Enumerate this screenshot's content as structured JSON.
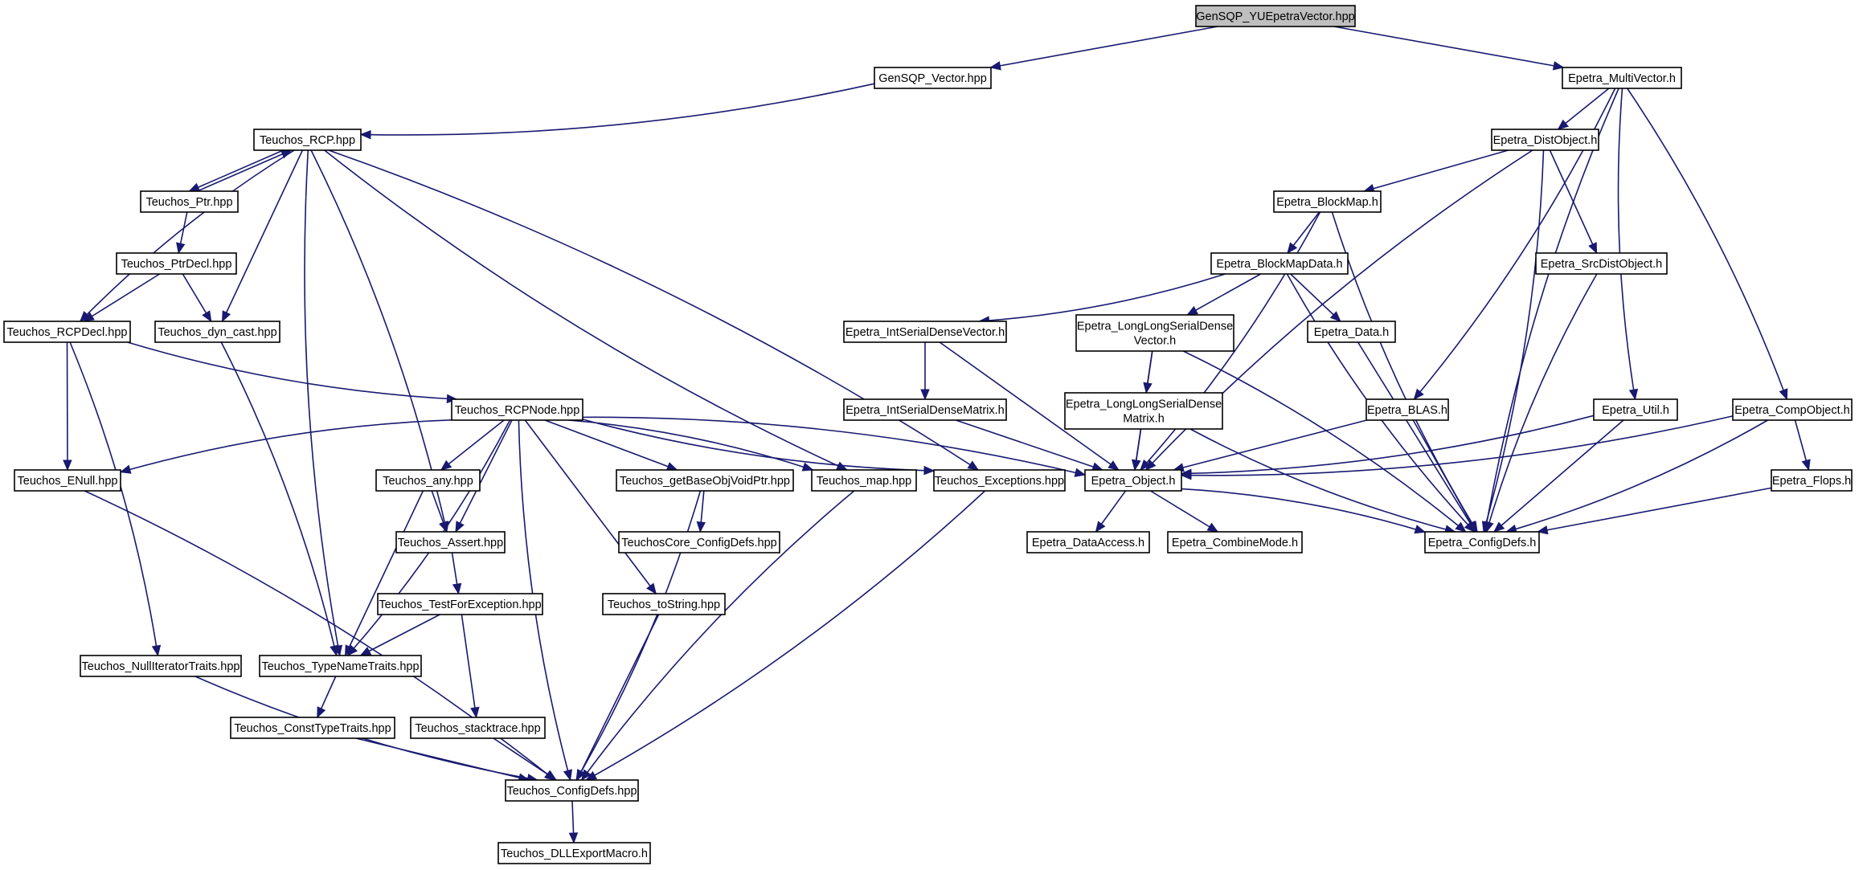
{
  "graph": {
    "edge_color": "#191970",
    "root_fill": "#bfbfbf",
    "nodes": {
      "n_root": {
        "lines": [
          "GenSQP_YUEpetraVector.hpp"
        ],
        "root": true
      },
      "n_gensqp_vec": {
        "lines": [
          "GenSQP_Vector.hpp"
        ]
      },
      "n_epetra_mv": {
        "lines": [
          "Epetra_MultiVector.h"
        ]
      },
      "n_rcp": {
        "lines": [
          "Teuchos_RCP.hpp"
        ]
      },
      "n_distobj": {
        "lines": [
          "Epetra_DistObject.h"
        ]
      },
      "n_ptr": {
        "lines": [
          "Teuchos_Ptr.hpp"
        ]
      },
      "n_blockmap": {
        "lines": [
          "Epetra_BlockMap.h"
        ]
      },
      "n_ptrdecl": {
        "lines": [
          "Teuchos_PtrDecl.hpp"
        ]
      },
      "n_blockmapdata": {
        "lines": [
          "Epetra_BlockMapData.h"
        ]
      },
      "n_srcdistobj": {
        "lines": [
          "Epetra_SrcDistObject.h"
        ]
      },
      "n_rcpdecl": {
        "lines": [
          "Teuchos_RCPDecl.hpp"
        ]
      },
      "n_dyncast": {
        "lines": [
          "Teuchos_dyn_cast.hpp"
        ]
      },
      "n_isdv": {
        "lines": [
          "Epetra_IntSerialDenseVector.h"
        ]
      },
      "n_llsdv": {
        "lines": [
          "Epetra_LongLongSerialDense",
          "Vector.h"
        ]
      },
      "n_data": {
        "lines": [
          "Epetra_Data.h"
        ]
      },
      "n_rcpnode": {
        "lines": [
          "Teuchos_RCPNode.hpp"
        ]
      },
      "n_isdm": {
        "lines": [
          "Epetra_IntSerialDenseMatrix.h"
        ]
      },
      "n_llsdm": {
        "lines": [
          "Epetra_LongLongSerialDense",
          "Matrix.h"
        ]
      },
      "n_blas": {
        "lines": [
          "Epetra_BLAS.h"
        ]
      },
      "n_util": {
        "lines": [
          "Epetra_Util.h"
        ]
      },
      "n_compobj": {
        "lines": [
          "Epetra_CompObject.h"
        ]
      },
      "n_enull": {
        "lines": [
          "Teuchos_ENull.hpp"
        ]
      },
      "n_any": {
        "lines": [
          "Teuchos_any.hpp"
        ]
      },
      "n_getbase": {
        "lines": [
          "Teuchos_getBaseObjVoidPtr.hpp"
        ]
      },
      "n_map": {
        "lines": [
          "Teuchos_map.hpp"
        ]
      },
      "n_exceptions": {
        "lines": [
          "Teuchos_Exceptions.hpp"
        ]
      },
      "n_object": {
        "lines": [
          "Epetra_Object.h"
        ]
      },
      "n_flops": {
        "lines": [
          "Epetra_Flops.h"
        ]
      },
      "n_assert": {
        "lines": [
          "Teuchos_Assert.hpp"
        ]
      },
      "n_tcconfig": {
        "lines": [
          "TeuchosCore_ConfigDefs.hpp"
        ]
      },
      "n_dataaccess": {
        "lines": [
          "Epetra_DataAccess.h"
        ]
      },
      "n_combinemode": {
        "lines": [
          "Epetra_CombineMode.h"
        ]
      },
      "n_epconfig": {
        "lines": [
          "Epetra_ConfigDefs.h"
        ]
      },
      "n_testforexc": {
        "lines": [
          "Teuchos_TestForException.hpp"
        ]
      },
      "n_tostring": {
        "lines": [
          "Teuchos_toString.hpp"
        ]
      },
      "n_nulliter": {
        "lines": [
          "Teuchos_NullIteratorTraits.hpp"
        ]
      },
      "n_typename": {
        "lines": [
          "Teuchos_TypeNameTraits.hpp"
        ]
      },
      "n_consttype": {
        "lines": [
          "Teuchos_ConstTypeTraits.hpp"
        ]
      },
      "n_stacktrace": {
        "lines": [
          "Teuchos_stacktrace.hpp"
        ]
      },
      "n_tconfig": {
        "lines": [
          "Teuchos_ConfigDefs.hpp"
        ]
      },
      "n_dllexport": {
        "lines": [
          "Teuchos_DLLExportMacro.h"
        ]
      }
    },
    "edges": [
      [
        "n_root",
        "n_gensqp_vec"
      ],
      [
        "n_root",
        "n_epetra_mv"
      ],
      [
        "n_gensqp_vec",
        "n_rcp"
      ],
      [
        "n_epetra_mv",
        "n_distobj"
      ],
      [
        "n_epetra_mv",
        "n_blas"
      ],
      [
        "n_epetra_mv",
        "n_util"
      ],
      [
        "n_epetra_mv",
        "n_compobj"
      ],
      [
        "n_epetra_mv",
        "n_epconfig"
      ],
      [
        "n_rcp",
        "n_ptr"
      ],
      [
        "n_rcp",
        "n_rcpdecl"
      ],
      [
        "n_rcp",
        "n_dyncast"
      ],
      [
        "n_rcp",
        "n_typename"
      ],
      [
        "n_rcp",
        "n_assert"
      ],
      [
        "n_rcp",
        "n_map"
      ],
      [
        "n_rcp",
        "n_exceptions"
      ],
      [
        "n_ptr",
        "n_rcp"
      ],
      [
        "n_ptr",
        "n_ptrdecl"
      ],
      [
        "n_ptrdecl",
        "n_rcpdecl"
      ],
      [
        "n_ptrdecl",
        "n_dyncast"
      ],
      [
        "n_rcpdecl",
        "n_enull"
      ],
      [
        "n_rcpdecl",
        "n_nulliter"
      ],
      [
        "n_rcpdecl",
        "n_rcpnode"
      ],
      [
        "n_dyncast",
        "n_typename"
      ],
      [
        "n_rcpnode",
        "n_enull"
      ],
      [
        "n_rcpnode",
        "n_any"
      ],
      [
        "n_rcpnode",
        "n_assert"
      ],
      [
        "n_rcpnode",
        "n_typename"
      ],
      [
        "n_rcpnode",
        "n_getbase"
      ],
      [
        "n_rcpnode",
        "n_map"
      ],
      [
        "n_rcpnode",
        "n_exceptions"
      ],
      [
        "n_rcpnode",
        "n_tostring"
      ],
      [
        "n_rcpnode",
        "n_tconfig"
      ],
      [
        "n_rcpnode",
        "n_object"
      ],
      [
        "n_any",
        "n_assert"
      ],
      [
        "n_any",
        "n_typename"
      ],
      [
        "n_assert",
        "n_testforexc"
      ],
      [
        "n_testforexc",
        "n_typename"
      ],
      [
        "n_testforexc",
        "n_stacktrace"
      ],
      [
        "n_typename",
        "n_consttype"
      ],
      [
        "n_consttype",
        "n_tconfig"
      ],
      [
        "n_stacktrace",
        "n_tconfig"
      ],
      [
        "n_nulliter",
        "n_tconfig"
      ],
      [
        "n_enull",
        "n_tconfig"
      ],
      [
        "n_getbase",
        "n_tcconfig"
      ],
      [
        "n_getbase",
        "n_tconfig"
      ],
      [
        "n_map",
        "n_tconfig"
      ],
      [
        "n_exceptions",
        "n_tconfig"
      ],
      [
        "n_tostring",
        "n_tconfig"
      ],
      [
        "n_tconfig",
        "n_dllexport"
      ],
      [
        "n_distobj",
        "n_blockmap"
      ],
      [
        "n_distobj",
        "n_srcdistobj"
      ],
      [
        "n_distobj",
        "n_object"
      ],
      [
        "n_distobj",
        "n_epconfig"
      ],
      [
        "n_blockmap",
        "n_blockmapdata"
      ],
      [
        "n_blockmap",
        "n_object"
      ],
      [
        "n_blockmap",
        "n_epconfig"
      ],
      [
        "n_blockmapdata",
        "n_isdv"
      ],
      [
        "n_blockmapdata",
        "n_llsdv"
      ],
      [
        "n_blockmapdata",
        "n_data"
      ],
      [
        "n_blockmapdata",
        "n_epconfig"
      ],
      [
        "n_isdv",
        "n_isdm"
      ],
      [
        "n_isdv",
        "n_object"
      ],
      [
        "n_llsdv",
        "n_llsdm"
      ],
      [
        "n_llsdv",
        "n_object"
      ],
      [
        "n_llsdv",
        "n_epconfig"
      ],
      [
        "n_isdm",
        "n_object"
      ],
      [
        "n_llsdm",
        "n_object"
      ],
      [
        "n_llsdm",
        "n_epconfig"
      ],
      [
        "n_data",
        "n_epconfig"
      ],
      [
        "n_srcdistobj",
        "n_epconfig"
      ],
      [
        "n_blas",
        "n_object"
      ],
      [
        "n_blas",
        "n_epconfig"
      ],
      [
        "n_util",
        "n_object"
      ],
      [
        "n_util",
        "n_epconfig"
      ],
      [
        "n_compobj",
        "n_object"
      ],
      [
        "n_compobj",
        "n_flops"
      ],
      [
        "n_compobj",
        "n_epconfig"
      ],
      [
        "n_flops",
        "n_epconfig"
      ],
      [
        "n_object",
        "n_dataaccess"
      ],
      [
        "n_object",
        "n_combinemode"
      ],
      [
        "n_object",
        "n_epconfig"
      ]
    ]
  }
}
